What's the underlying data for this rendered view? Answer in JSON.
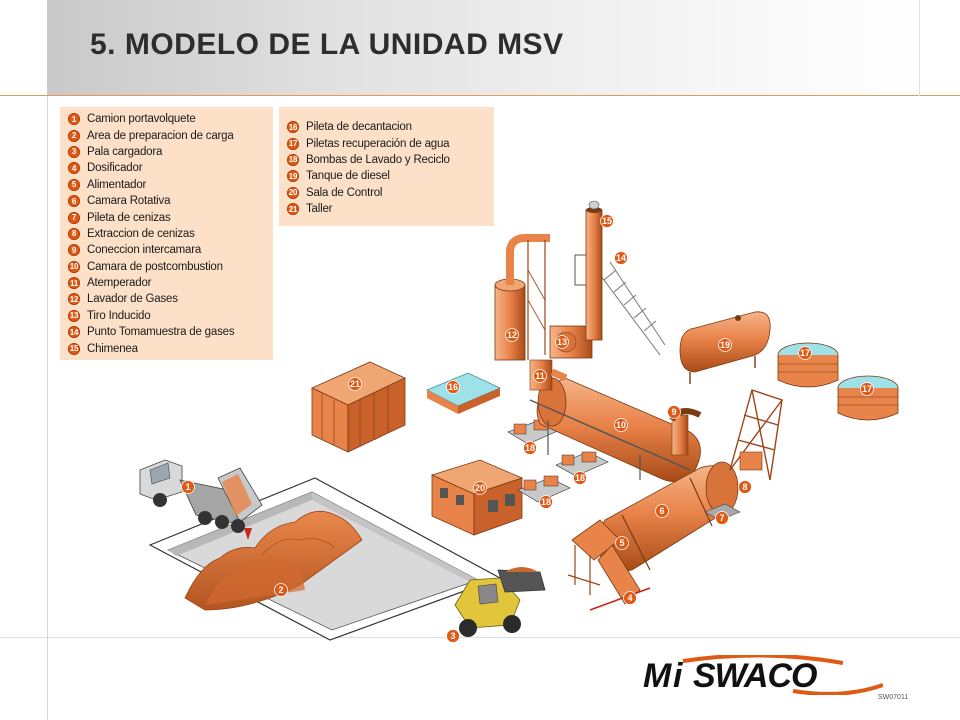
{
  "header": {
    "title": "5. MODELO DE LA UNIDAD MSV"
  },
  "legend_left": {
    "items": [
      {
        "num": "1",
        "label": "Camion portavolquete"
      },
      {
        "num": "2",
        "label": "Area de preparacion de carga"
      },
      {
        "num": "3",
        "label": "Pala cargadora"
      },
      {
        "num": "4",
        "label": "Dosificador"
      },
      {
        "num": "5",
        "label": "Alimentador"
      },
      {
        "num": "6",
        "label": "Camara Rotativa"
      },
      {
        "num": "7",
        "label": "Pileta de cenizas"
      },
      {
        "num": "8",
        "label": "Extraccion de cenizas"
      },
      {
        "num": "9",
        "label": "Coneccion intercamara"
      },
      {
        "num": "10",
        "label": "Camara de postcombustion"
      },
      {
        "num": "11",
        "label": "Atemperador"
      },
      {
        "num": "12",
        "label": "Lavador de Gases"
      },
      {
        "num": "13",
        "label": "Tiro Inducido"
      },
      {
        "num": "14",
        "label": "Punto Tomamuestra de gases"
      },
      {
        "num": "15",
        "label": "Chimenea"
      }
    ]
  },
  "legend_right": {
    "items": [
      {
        "num": "16",
        "label": "Pileta de decantacion"
      },
      {
        "num": "17",
        "label": "Piletas recuperación de agua"
      },
      {
        "num": "18",
        "label": "Bombas de Lavado y Reciclo"
      },
      {
        "num": "19",
        "label": "Tanque de diesel"
      },
      {
        "num": "20",
        "label": "Sala de Control"
      },
      {
        "num": "21",
        "label": "Taller"
      }
    ]
  },
  "diagram": {
    "markers": [
      "1",
      "2",
      "3",
      "4",
      "5",
      "6",
      "7",
      "8",
      "9",
      "10",
      "11",
      "12",
      "13",
      "14",
      "15",
      "16",
      "17",
      "17",
      "18",
      "18",
      "18",
      "19",
      "20",
      "21"
    ]
  },
  "colors": {
    "equipment": "#e8834a",
    "equipment_dark": "#b8551e",
    "badge": "#e05a16",
    "legend_bg": "#fde0c8",
    "water": "#9fe1e8"
  },
  "logo": {
    "text": "MI SWACO"
  },
  "footer": {
    "code": "SW07011"
  }
}
